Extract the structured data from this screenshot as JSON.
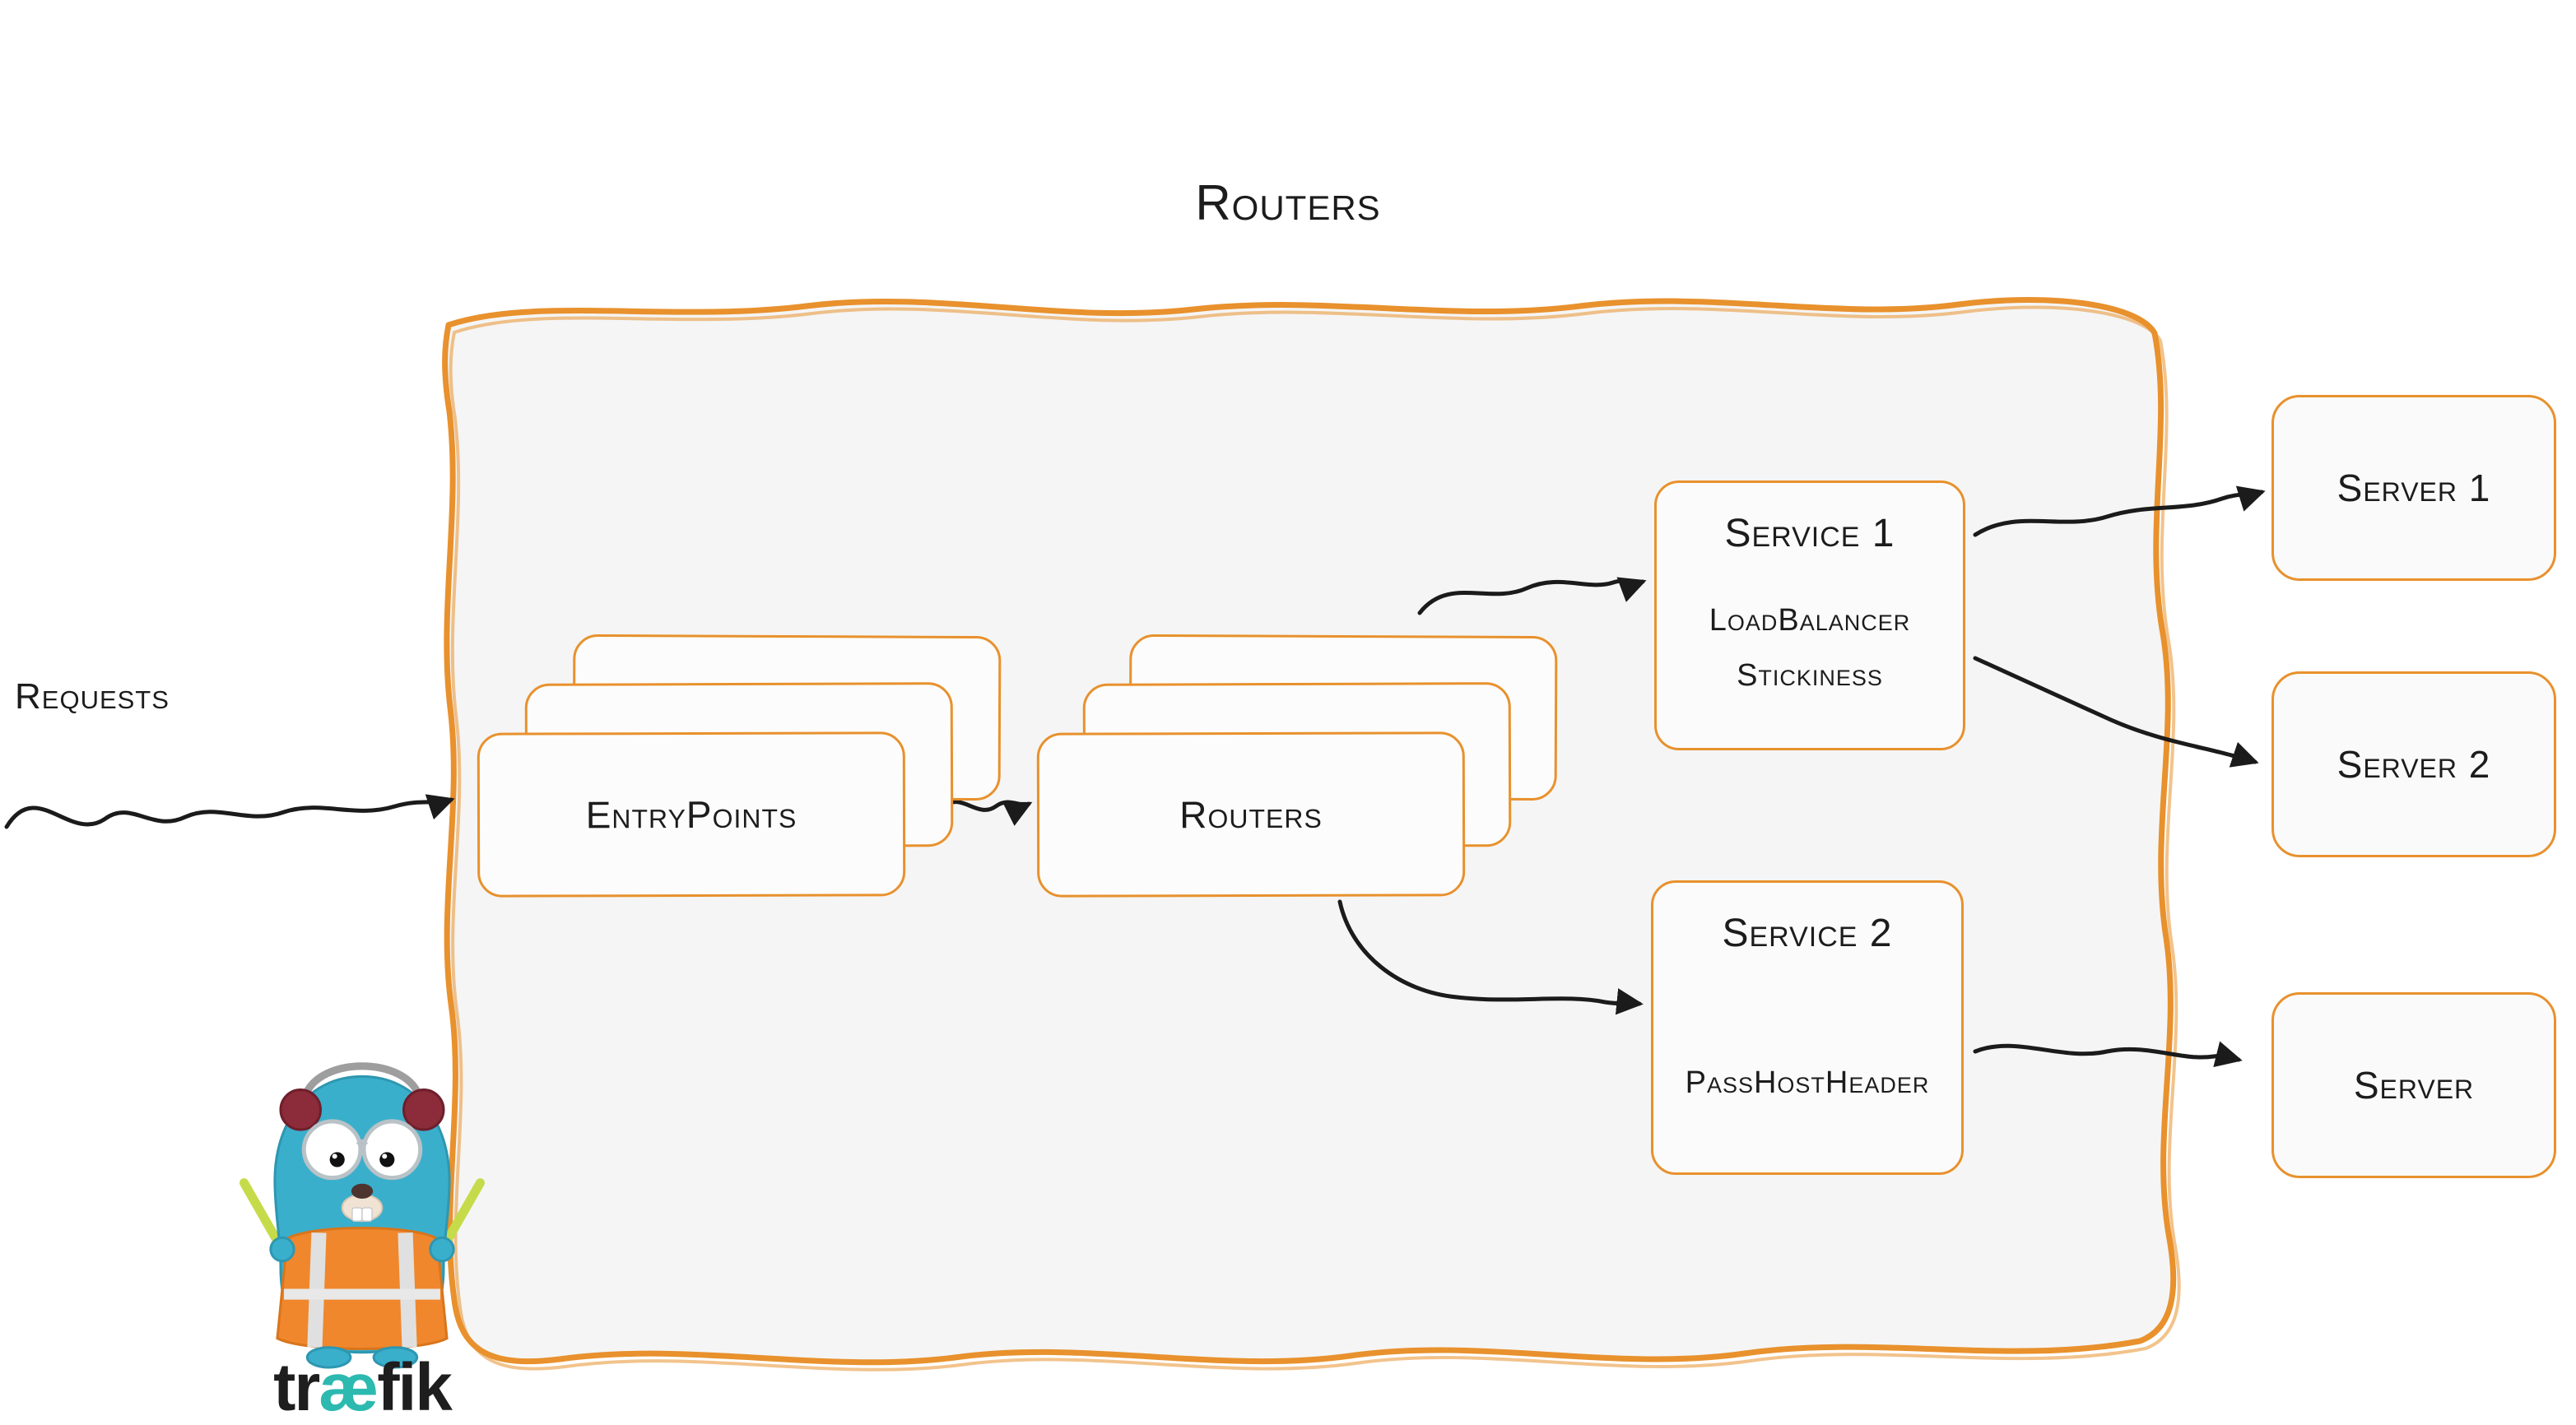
{
  "title": "Routers",
  "requests_label": "Requests",
  "entrypoints": {
    "label": "EntryPoints"
  },
  "routers": {
    "label": "Routers"
  },
  "services": [
    {
      "name": "Service 1",
      "properties": [
        "LoadBalancer",
        "Stickiness"
      ]
    },
    {
      "name": "Service 2",
      "properties": [
        "PassHostHeader"
      ]
    }
  ],
  "servers": [
    {
      "label": "Server 1"
    },
    {
      "label": "Server 2"
    },
    {
      "label": "Server"
    }
  ],
  "logo": {
    "pre": "tr",
    "ae": "æ",
    "post": "fik"
  },
  "colors": {
    "accent_orange": "#E8912D",
    "container_fill": "#F5F5F5",
    "box_fill": "#FCFCFC",
    "arrow_black": "#1B1B1B",
    "logo_teal": "#2CB9B0",
    "text": "#1D1D1D"
  }
}
